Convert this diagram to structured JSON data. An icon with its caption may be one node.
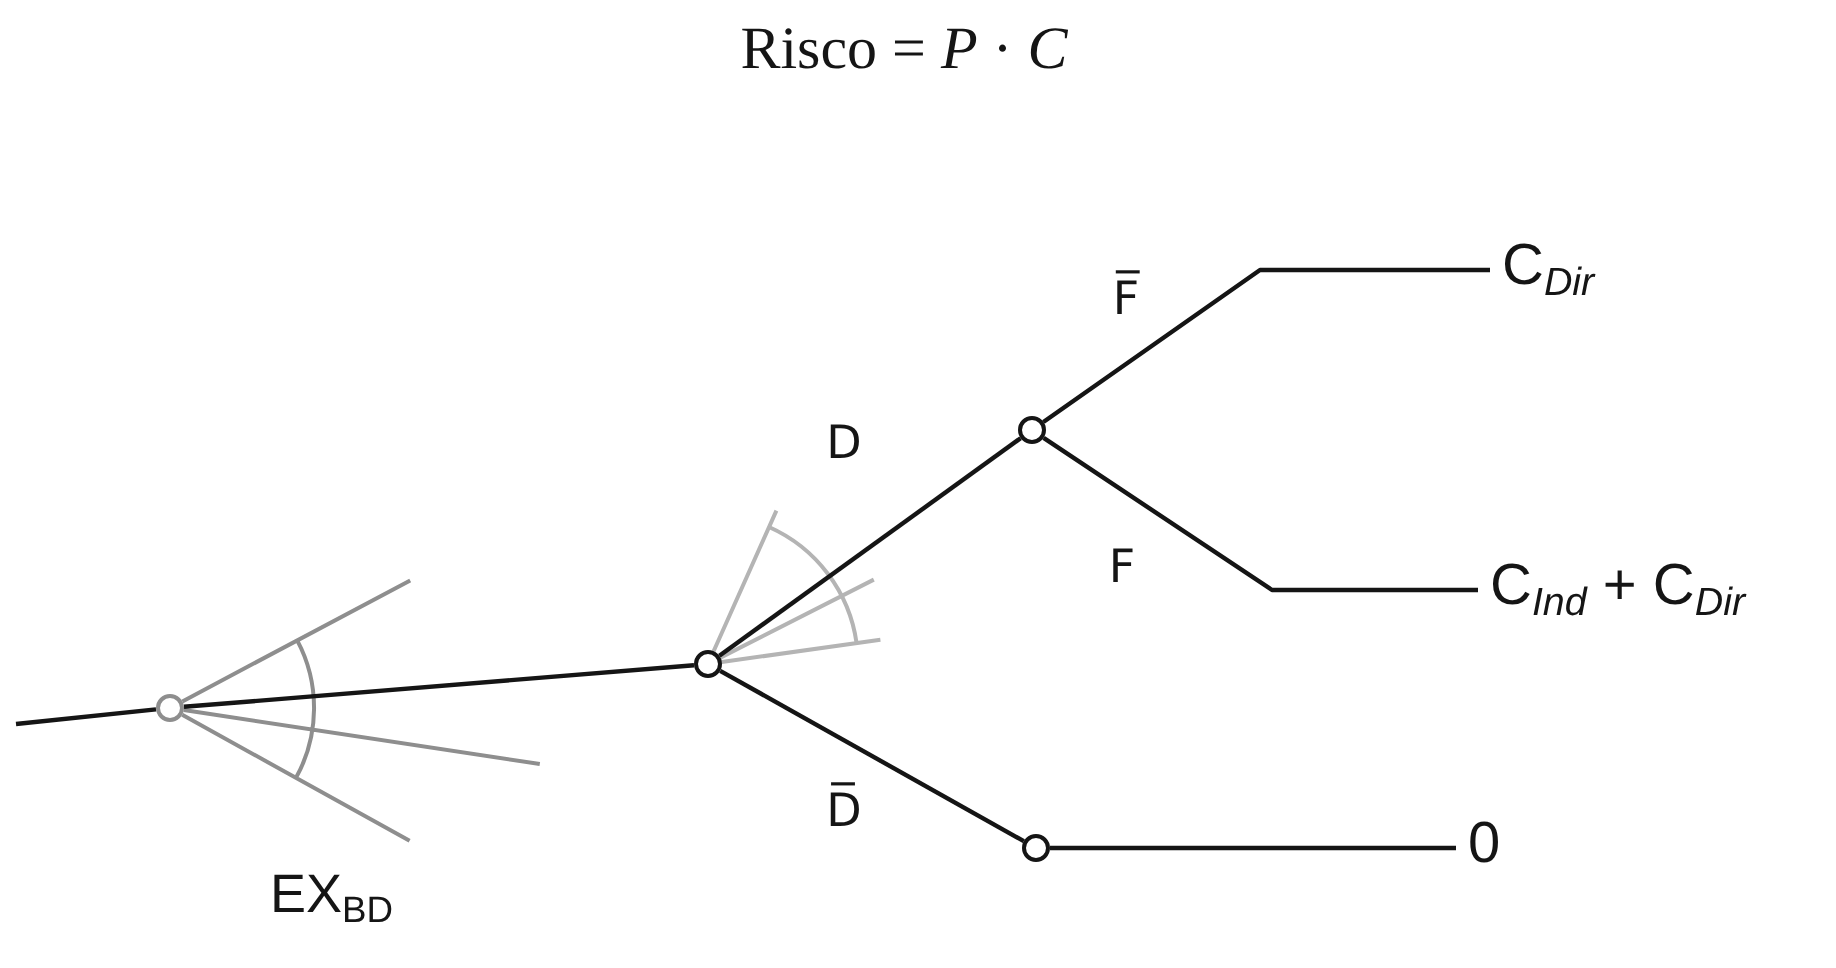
{
  "diagram": {
    "title": "Risco = *P* · *C*",
    "nodes": [
      {
        "text": [],
        "shape": "circle",
        "beside": [
          "EX$_{BD}$"
        ]
      },
      {
        "text": [],
        "shape": "circle"
      },
      {
        "text": [],
        "shape": "circle"
      },
      {
        "text": [],
        "shape": "circle"
      },
      {
        "text": [
          "C$_{Dir}$"
        ]
      },
      {
        "text": [
          "C$_{Ind}$ + C$_{Dir}$"
        ]
      },
      {
        "text": [
          "0"
        ]
      }
    ],
    "edges": [
      {
        "from": null,
        "to": 0,
        "arrow": "none"
      },
      {
        "from": 0,
        "to": 1,
        "arrow": "none"
      },
      {
        "from": 1,
        "to": 2,
        "arrow": "none",
        "label": "D"
      },
      {
        "from": 2,
        "to": 4,
        "arrow": "none",
        "label": "F̅"
      },
      {
        "from": 2,
        "to": 5,
        "arrow": "none",
        "label": "F"
      },
      {
        "from": 1,
        "to": 3,
        "arrow": "none",
        "label": "D̅"
      },
      {
        "from": 3,
        "to": 6,
        "arrow": "none"
      }
    ]
  }
}
